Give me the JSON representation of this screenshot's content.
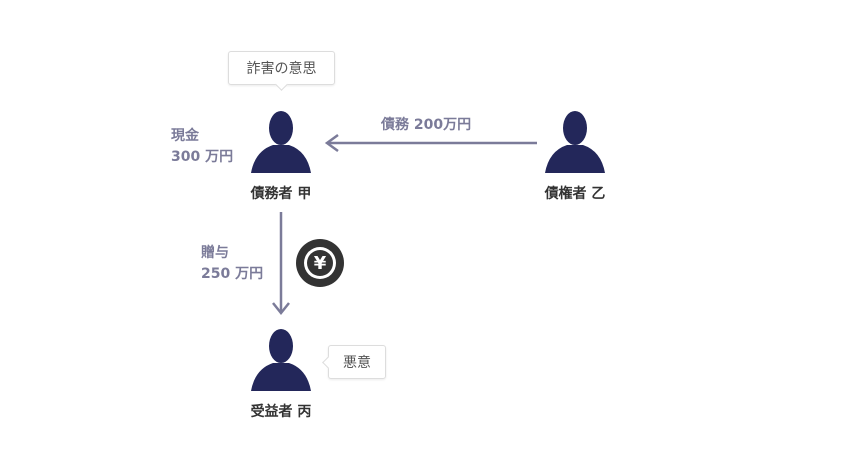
{
  "colors": {
    "person": "#23275a",
    "arrow": "#7b7b99",
    "coin": "#333333"
  },
  "people": [
    {
      "label": "債務者 甲",
      "icon": "person-icon"
    },
    {
      "label": "債権者 乙",
      "icon": "person-icon"
    },
    {
      "label": "受益者 丙",
      "icon": "person-icon"
    }
  ],
  "bubbles": {
    "intent": "詐害の意思",
    "bad_faith": "悪意"
  },
  "debtor_assets": {
    "line1": "現金",
    "line2": "300 万円"
  },
  "debt_arrow": {
    "label": "債務 200万円"
  },
  "gift_arrow": {
    "line1": "贈与",
    "line2": "250 万円"
  },
  "coin": {
    "symbol": "¥",
    "icon": "yen-coin-icon"
  }
}
